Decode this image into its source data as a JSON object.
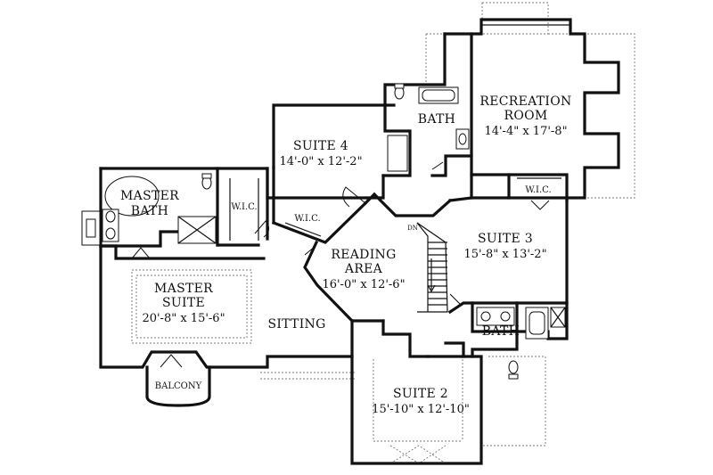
{
  "rooms": {
    "recreation": {
      "name_line1": "RECREATION",
      "name_line2": "ROOM",
      "dims": "14'-4\" x 17'-8\""
    },
    "bath_top": {
      "name": "BATH"
    },
    "suite4": {
      "name": "SUITE 4",
      "dims": "14'-0\" x 12'-2\""
    },
    "master_bath": {
      "name_line1": "MASTER",
      "name_line2": "BATH"
    },
    "wic_master": {
      "name": "W.I.C."
    },
    "wic_suite4": {
      "name": "W.I.C."
    },
    "wic_rec": {
      "name": "W.I.C."
    },
    "reading": {
      "name_line1": "READING",
      "name_line2": "AREA",
      "dims": "16'-0\" x 12'-6\""
    },
    "stair": {
      "label": "DN"
    },
    "suite3": {
      "name": "SUITE 3",
      "dims": "15'-8\" x 13'-2\""
    },
    "master_suite": {
      "name_line1": "MASTER",
      "name_line2": "SUITE",
      "dims": "20'-8\" x 15'-6\""
    },
    "sitting": {
      "name": "SITTING"
    },
    "bath_right": {
      "name": "BATH"
    },
    "suite2": {
      "name": "SUITE 2",
      "dims": "15'-10\" x 12'-10\""
    },
    "balcony": {
      "name": "BALCONY"
    }
  }
}
